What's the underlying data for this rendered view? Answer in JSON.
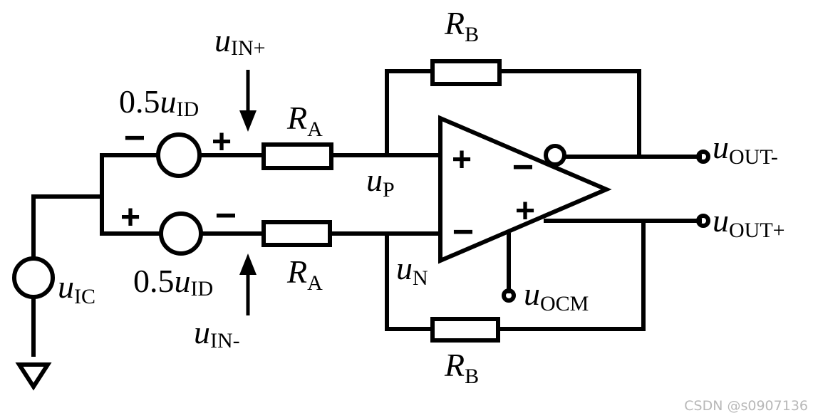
{
  "labels": {
    "rb_top": {
      "main": "R",
      "sub": "B"
    },
    "rb_bottom": {
      "main": "R",
      "sub": "B"
    },
    "ra_top": {
      "main": "R",
      "sub": "A"
    },
    "ra_bottom": {
      "main": "R",
      "sub": "A"
    },
    "uin_plus": {
      "main": "u",
      "sub": "IN+"
    },
    "uin_minus": {
      "main": "u",
      "sub": "IN-"
    },
    "source_top": {
      "coef": "0.5",
      "main": "u",
      "sub": "ID"
    },
    "source_bottom": {
      "coef": "0.5",
      "main": "u",
      "sub": "ID"
    },
    "up": {
      "main": "u",
      "sub": "P"
    },
    "un": {
      "main": "u",
      "sub": "N"
    },
    "uic": {
      "main": "u",
      "sub": "IC"
    },
    "uocm": {
      "main": "u",
      "sub": "OCM"
    },
    "uout_minus": {
      "main": "u",
      "sub": "OUT-"
    },
    "uout_plus": {
      "main": "u",
      "sub": "OUT+"
    }
  },
  "signs": {
    "src_top_left": "−",
    "src_top_right": "+",
    "src_bot_left": "+",
    "src_bot_right": "−",
    "opamp_in_plus": "+",
    "opamp_in_minus": "−",
    "opamp_out_minus": "−",
    "opamp_out_plus": "+"
  },
  "watermark": "CSDN @s0907136"
}
